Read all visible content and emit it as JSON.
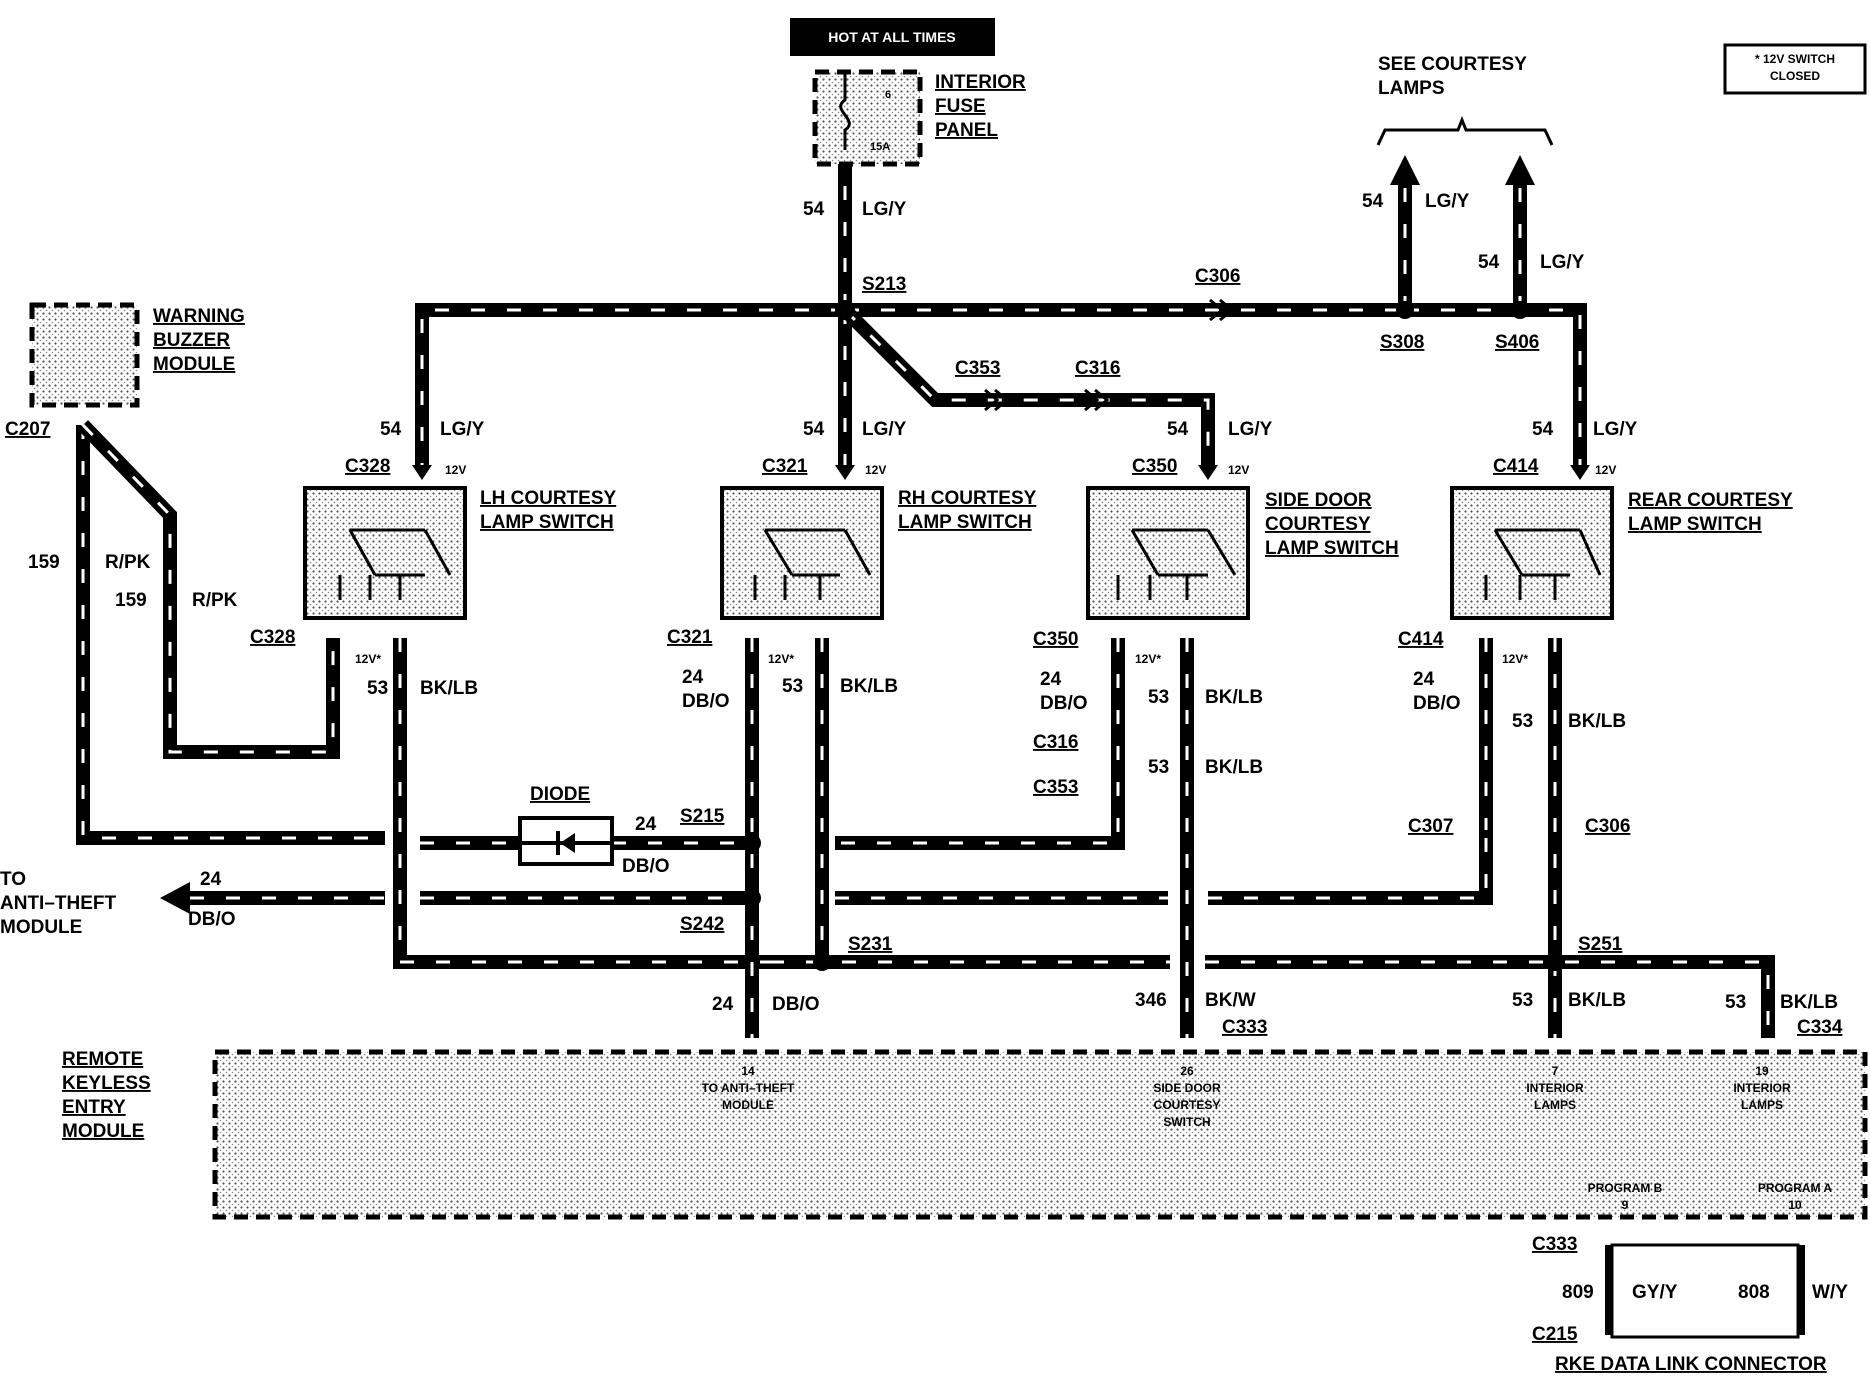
{
  "header": {
    "hot_label": "HOT AT ALL TIMES",
    "legend_line1": "* 12V SWITCH",
    "legend_line2": "CLOSED",
    "see_courtesy_1": "SEE COURTESY",
    "see_courtesy_2": "LAMPS"
  },
  "fuse_panel": {
    "name_1": "INTERIOR",
    "name_2": "FUSE",
    "name_3": "PANEL",
    "fuse_number": "6",
    "fuse_rating": "15A"
  },
  "buzzer": {
    "name_1": "WARNING",
    "name_2": "BUZZER",
    "name_3": "MODULE",
    "connector": "C207"
  },
  "splices": {
    "s213": "S213",
    "s308": "S308",
    "s406": "S406",
    "s215": "S215",
    "s242": "S242",
    "s231": "S231",
    "s251": "S251"
  },
  "connectors": {
    "c306_top": "C306",
    "c353_top": "C353",
    "c316_top": "C316",
    "c328a": "C328",
    "c328b": "C328",
    "c321a": "C321",
    "c321b": "C321",
    "c350a": "C350",
    "c350b": "C350",
    "c414a": "C414",
    "c414b": "C414",
    "c316_mid": "C316",
    "c353_mid": "C353",
    "c307": "C307",
    "c306_mid": "C306",
    "c333_top": "C333",
    "c334": "C334",
    "c333_bot": "C333",
    "c215": "C215"
  },
  "wires": {
    "n54": "54",
    "lgy": "LG/Y",
    "n159": "159",
    "rpk": "R/PK",
    "n53": "53",
    "bklb": "BK/LB",
    "n24": "24",
    "dbo": "DB/O",
    "n346": "346",
    "bkw": "BK/W",
    "n809": "809",
    "gyy": "GY/Y",
    "n808": "808",
    "wy": "W/Y"
  },
  "voltage": {
    "v12": "12V",
    "v12s": "12V*"
  },
  "switches": {
    "lh_1": "LH COURTESY",
    "lh_2": "LAMP SWITCH",
    "rh_1": "RH COURTESY",
    "rh_2": "LAMP SWITCH",
    "sd_1": "SIDE DOOR",
    "sd_2": "COURTESY",
    "sd_3": "LAMP SWITCH",
    "rr_1": "REAR COURTESY",
    "rr_2": "LAMP SWITCH"
  },
  "diode": {
    "label": "DIODE"
  },
  "anti_theft": {
    "line1": "TO",
    "line2": "ANTI–THEFT",
    "line3": "MODULE"
  },
  "rke": {
    "name_1": "REMOTE",
    "name_2": "KEYLESS",
    "name_3": "ENTRY",
    "name_4": "MODULE",
    "pin14_num": "14",
    "pin14_1": "TO ANTI–THEFT",
    "pin14_2": "MODULE",
    "pin26_num": "26",
    "pin26_1": "SIDE DOOR",
    "pin26_2": "COURTESY",
    "pin26_3": "SWITCH",
    "pin7_num": "7",
    "pin7_1": "INTERIOR",
    "pin7_2": "LAMPS",
    "pin19_num": "19",
    "pin19_1": "INTERIOR",
    "pin19_2": "LAMPS",
    "progb": "PROGRAM B",
    "progb_num": "9",
    "proga": "PROGRAM A",
    "proga_num": "10"
  },
  "dlc": {
    "label": "RKE DATA LINK CONNECTOR"
  }
}
